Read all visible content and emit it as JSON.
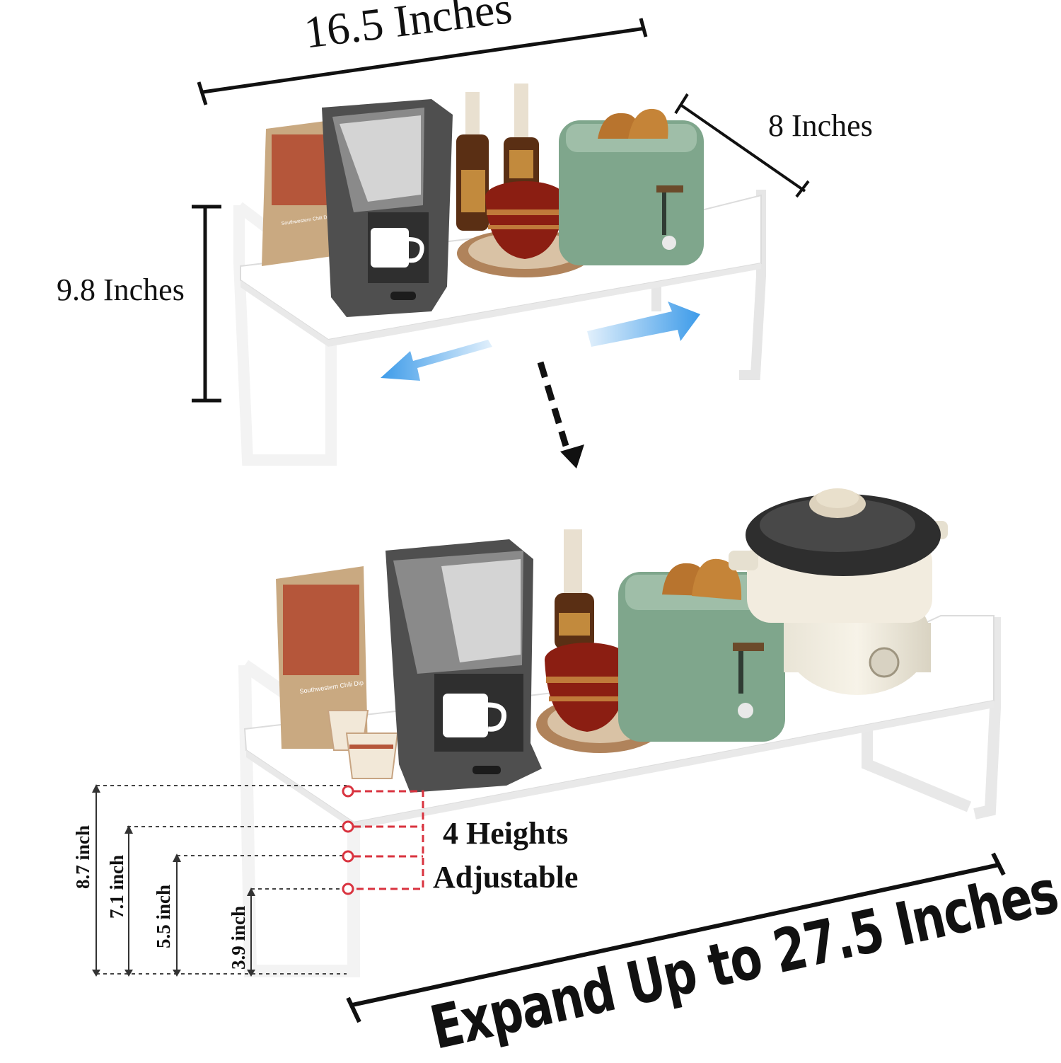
{
  "dimensions": {
    "width_label": "16.5 Inches",
    "depth_label": "8 Inches",
    "height_label": "9.8 Inches"
  },
  "adjustable": {
    "line1": "4 Heights",
    "line2": "Adjustable",
    "heights": [
      "8.7 inch",
      "7.1 inch",
      "5.5 inch",
      "3.9 inch"
    ]
  },
  "expand_label": "Expand Up to 27.5 Inches",
  "package_text": {
    "top": "Southwestern Chili Dip",
    "bottom": "Southwestern Chili Dip"
  },
  "colors": {
    "shelf": "#ffffff",
    "toaster": "#7fa68c",
    "coffee_maker": "#4a4a4a",
    "arrow_blue": "#3d9be9",
    "dashed_red": "#d9333f",
    "bowl": "#8b1e12"
  }
}
